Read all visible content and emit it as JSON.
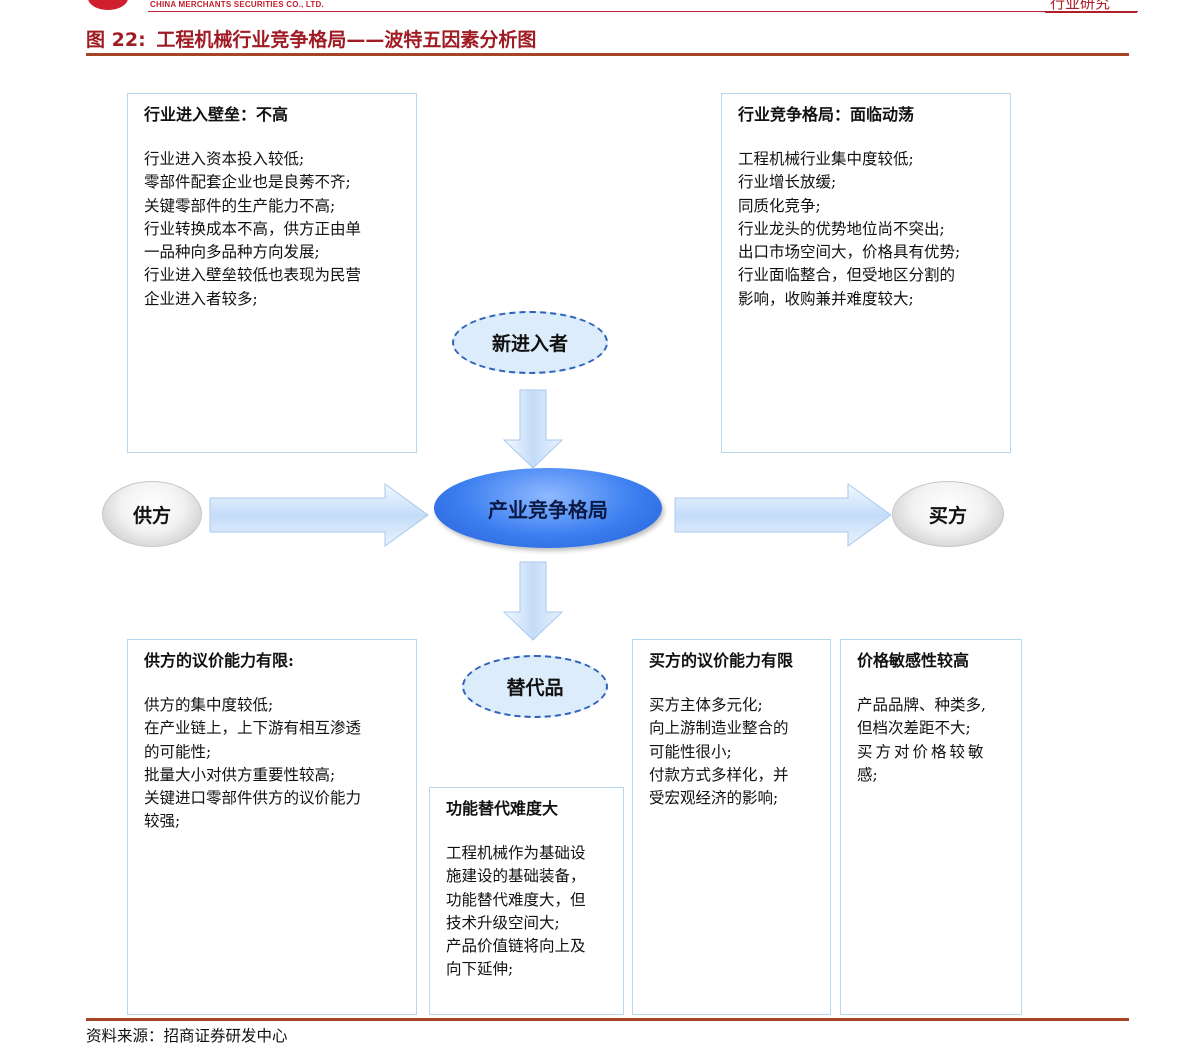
{
  "header": {
    "company_en": "CHINA MERCHANTS SECURITIES CO., LTD.",
    "section": "行业研究"
  },
  "figure": {
    "label": "图",
    "number": "22:",
    "title": "工程机械行业竞争格局——波特五因素分析图"
  },
  "nodes": {
    "new_entrants": "新进入者",
    "substitutes": "替代品",
    "center": "产业竞争格局",
    "supplier": "供方",
    "buyer": "买方"
  },
  "boxes": {
    "entry_barrier": {
      "title": "行业进入壁垒：不高",
      "lines": [
        "行业进入资本投入较低;",
        "零部件配套企业也是良莠不齐;",
        "关键零部件的生产能力不高;",
        "行业转换成本不高，供方正由单",
        "一品种向多品种方向发展;",
        "行业进入壁垒较低也表现为民营",
        "企业进入者较多;"
      ]
    },
    "competition": {
      "title": "行业竞争格局：面临动荡",
      "lines": [
        "工程机械行业集中度较低;",
        "行业增长放缓;",
        "同质化竞争;",
        "行业龙头的优势地位尚不突出;",
        "出口市场空间大，价格具有优势;",
        "行业面临整合，但受地区分割的",
        "影响，收购兼并难度较大;"
      ]
    },
    "supplier_power": {
      "title": "供方的议价能力有限:",
      "lines": [
        "供方的集中度较低;",
        "在产业链上，上下游有相互渗透",
        "的可能性;",
        "批量大小对供方重要性较高;",
        "关键进口零部件供方的议价能力",
        "较强;"
      ]
    },
    "substitute_difficulty": {
      "title": "功能替代难度大",
      "lines": [
        "工程机械作为基础设",
        "施建设的基础装备，",
        "功能替代难度大，但",
        "技术升级空间大;",
        "产品价值链将向上及",
        "向下延伸;"
      ]
    },
    "buyer_power": {
      "title": "买方的议价能力有限",
      "lines": [
        "买方主体多元化;",
        "向上游制造业整合的",
        "可能性很小;",
        "付款方式多样化，并",
        "受宏观经济的影响;"
      ]
    },
    "price_sensitivity": {
      "title": "价格敏感性较高",
      "lines": [
        "产品品牌、种类多,",
        "但档次差距不大;",
        "买方对价格较敏",
        "感;"
      ]
    }
  },
  "source": "资料来源：招商证券研发中心",
  "colors": {
    "title_red": "#a01c24",
    "rule_brown": "#a84426",
    "box_border": "#b6d8ee",
    "arrow_fill": "#cfe4fb",
    "center_blue": "#3a7ef0"
  }
}
